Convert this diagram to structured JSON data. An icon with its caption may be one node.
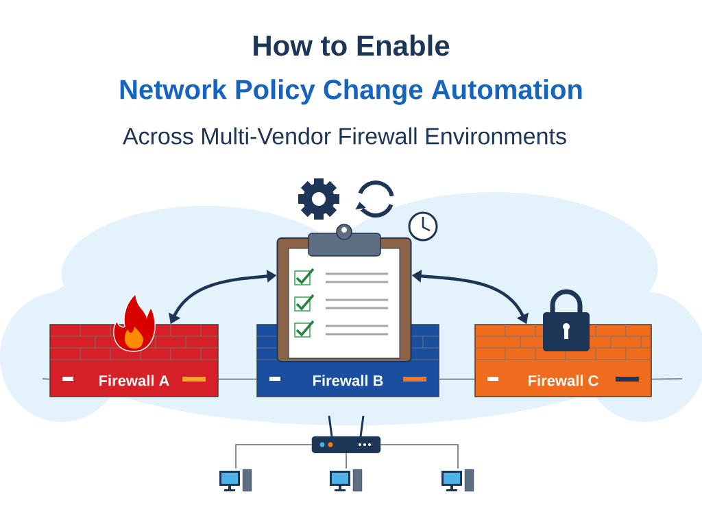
{
  "diagram": {
    "title": "How to Enable",
    "nodes": [
      {
        "text": [
          "Firewall A"
        ]
      },
      {
        "text": [
          "Firewall B"
        ]
      },
      {
        "text": [
          "Firewall C"
        ]
      },
      {
        "text": [],
        "shape": "picture"
      },
      {
        "text": [],
        "shape": "picture"
      },
      {
        "text": [],
        "shape": "picture"
      },
      {
        "text": [],
        "shape": "picture"
      },
      {
        "text": [],
        "shape": "picture"
      }
    ],
    "edges": [
      {
        "from": 3,
        "to": 0,
        "arrow": "both",
        "style": "thick",
        "color": "#1d3557"
      },
      {
        "from": 3,
        "to": 2,
        "arrow": "both",
        "style": "thick",
        "color": "#1d3557"
      },
      {
        "from": null,
        "to": 0,
        "arrow": "none"
      },
      {
        "from": 0,
        "to": 1,
        "arrow": "none"
      },
      {
        "from": 1,
        "to": 2,
        "arrow": "none"
      },
      {
        "from": 2,
        "to": null,
        "arrow": "none"
      },
      {
        "from": 4,
        "to": 5,
        "arrow": "none"
      },
      {
        "from": 4,
        "to": 6,
        "arrow": "none"
      },
      {
        "from": 4,
        "to": 7,
        "arrow": "none"
      }
    ],
    "labels": [
      "Network Policy Change Automation",
      "Across Multi-Vendor Firewall Environments"
    ]
  }
}
